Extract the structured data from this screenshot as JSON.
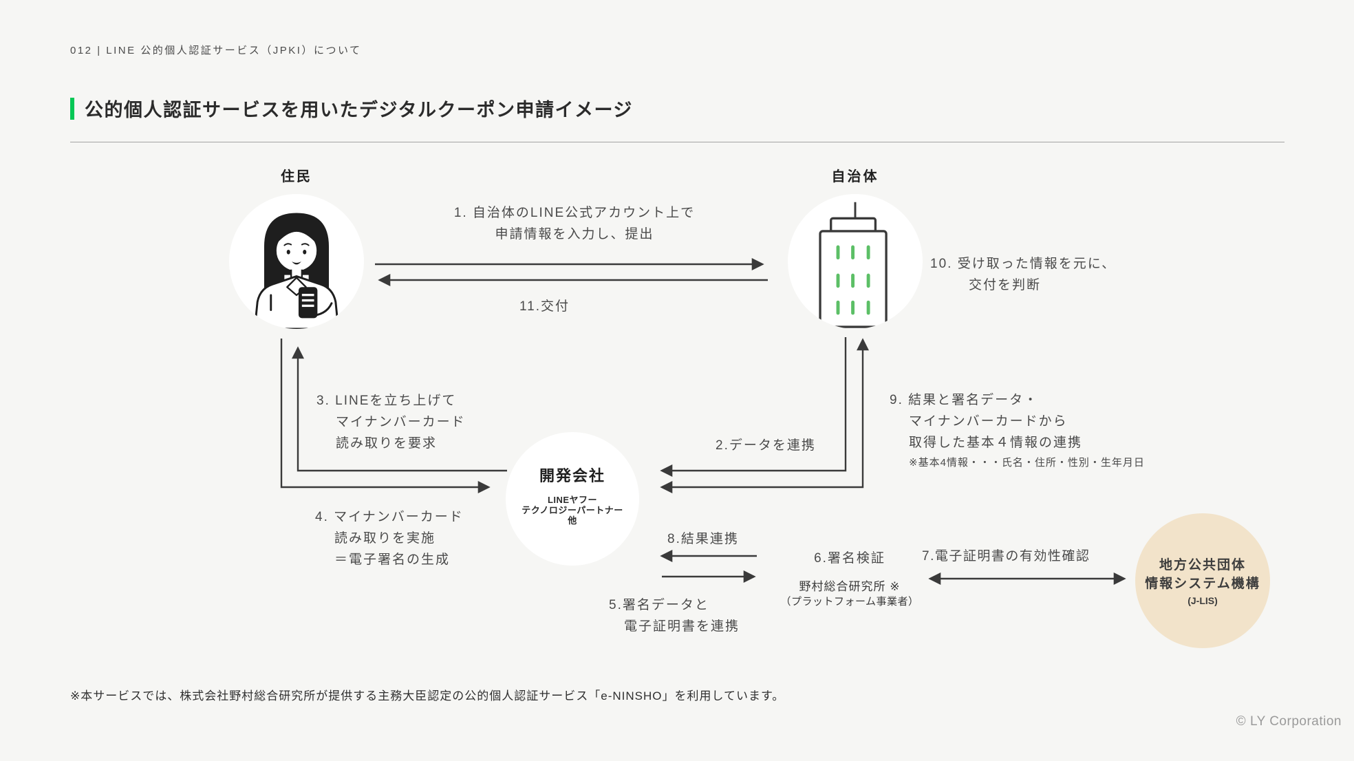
{
  "slide": {
    "eyebrow": "012 | LINE 公的個人認証サービス（JPKI）について",
    "title": "公的個人認証サービスを用いたデジタルクーポン申請イメージ",
    "footnote": "※本サービスでは、株式会社野村総合研究所が提供する主務大臣認定の公的個人認証サービス「e-NINSHO」を利用しています。",
    "copyright": "© LY Corporation"
  },
  "actors": {
    "resident": {
      "label": "住民"
    },
    "municipality": {
      "label": "自治体"
    },
    "developer": {
      "label": "開発会社",
      "sub_lines": [
        "LINEヤフー",
        "テクノロジーパートナー",
        "他"
      ]
    },
    "platform": {
      "step_label": "6.署名検証",
      "name": "野村総合研究所 ※",
      "role": "（プラットフォーム事業者）"
    },
    "jlis": {
      "lines": [
        "地方公共団体",
        "情報システム機構",
        "(J-LIS)"
      ]
    }
  },
  "steps": {
    "s1": {
      "lines": [
        "1. 自治体のLINE公式アカウント上で",
        "申請情報を入力し、提出"
      ]
    },
    "s2": {
      "label": "2.データを連携"
    },
    "s3": {
      "lines": [
        "3. LINEを立ち上げて",
        "マイナンバーカード",
        "読み取りを要求"
      ]
    },
    "s4": {
      "lines": [
        "4. マイナンバーカード",
        "読み取りを実施",
        "＝電子署名の生成"
      ]
    },
    "s5": {
      "lines": [
        "5.署名データと",
        "電子証明書を連携"
      ]
    },
    "s7": {
      "label": "7.電子証明書の有効性確認"
    },
    "s8": {
      "label": "8.結果連携"
    },
    "s9": {
      "lines": [
        "9. 結果と署名データ・",
        "マイナンバーカードから",
        "取得した基本４情報の連携"
      ],
      "note": "※基本4情報・・・氏名・住所・性別・生年月日"
    },
    "s10": {
      "lines": [
        "10. 受け取った情報を元に、",
        "交付を判断"
      ]
    },
    "s11": {
      "label": "11.交付"
    }
  },
  "colors": {
    "accent_green": "#06c755",
    "window_green": "#5cbf66",
    "jlis_circle": "#f2e3ca",
    "line": "#3a3a3a",
    "background": "#f6f6f4"
  }
}
